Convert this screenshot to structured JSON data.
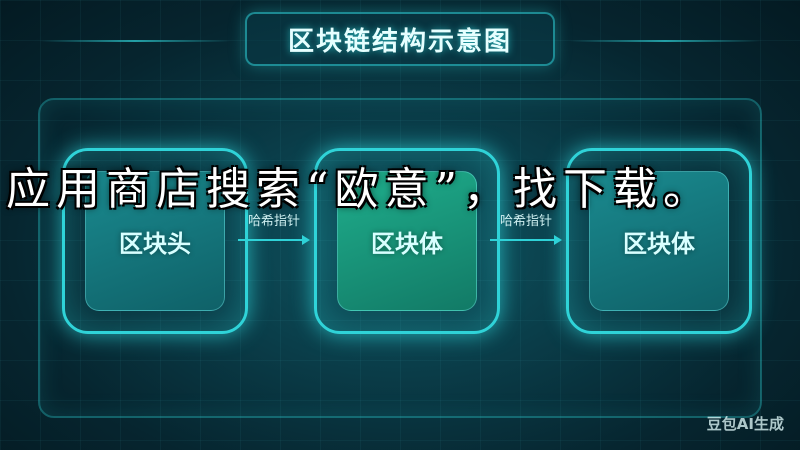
{
  "title": "区块链结构示意图",
  "blocks": [
    {
      "label": "区块头"
    },
    {
      "label": "区块体"
    },
    {
      "label": "区块体"
    }
  ],
  "arrows": [
    {
      "label": "哈希指针"
    },
    {
      "label": "哈希指针"
    }
  ],
  "overlay_text": "应用商店搜索“欧意”，找下载。",
  "watermark": "豆包AI生成",
  "colors": {
    "accent": "#2fd3d8",
    "background": "#0a3d49"
  }
}
